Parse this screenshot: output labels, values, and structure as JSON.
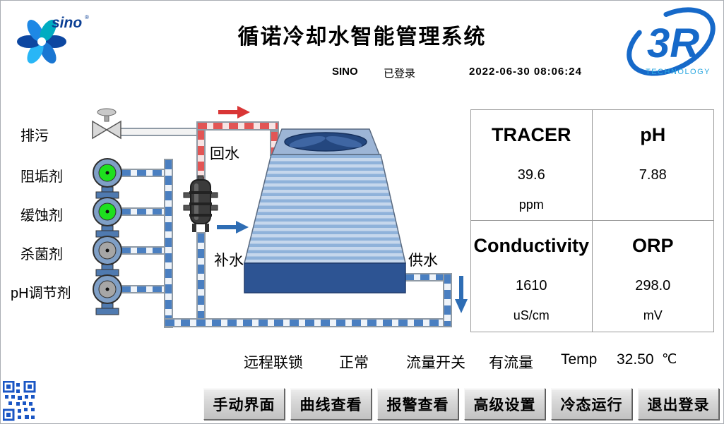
{
  "header": {
    "title": "循诺冷却水智能管理系统",
    "user": "SINO",
    "login_status": "已登录",
    "datetime": "2022-06-30  08:06:24",
    "sino_logo_text": "sino",
    "r3_logo_text": "3R",
    "r3_logo_sub": "TECHNOLOGY"
  },
  "dosing": {
    "items": [
      {
        "label": "排污",
        "icon": "valve-icon"
      },
      {
        "label": "阻垢剂",
        "icon": "pump-icon",
        "state_color": "#1ee01e"
      },
      {
        "label": "缓蚀剂",
        "icon": "pump-icon",
        "state_color": "#1ee01e"
      },
      {
        "label": "杀菌剂",
        "icon": "pump-icon",
        "state_color": "#a6a6a6"
      },
      {
        "label": "pH调节剂",
        "icon": "pump-icon",
        "state_color": "#a6a6a6"
      }
    ]
  },
  "diagram": {
    "labels": {
      "return_water": "回水",
      "makeup_water": "补水",
      "supply_water": "供水"
    },
    "colors": {
      "pipe_blue": "#4a7fc1",
      "pipe_red": "#e25555",
      "basin_blue": "#2d5493"
    }
  },
  "readings": [
    {
      "name": "TRACER",
      "value": "39.6",
      "unit": "ppm"
    },
    {
      "name": "pH",
      "value": "7.88",
      "unit": ""
    },
    {
      "name": "Conductivity",
      "value": "1610",
      "unit": "uS/cm"
    },
    {
      "name": "ORP",
      "value": "298.0",
      "unit": "mV"
    }
  ],
  "status_bar": {
    "interlock_label": "远程联锁",
    "interlock_value": "正常",
    "flow_label": "流量开关",
    "flow_value": "有流量",
    "temp_label": "Temp",
    "temp_value": "32.50",
    "temp_unit": "℃"
  },
  "nav_buttons": [
    {
      "label": "手动界面"
    },
    {
      "label": "曲线查看"
    },
    {
      "label": "报警查看"
    },
    {
      "label": "高级设置"
    },
    {
      "label": "冷态运行"
    },
    {
      "label": "退出登录"
    }
  ]
}
